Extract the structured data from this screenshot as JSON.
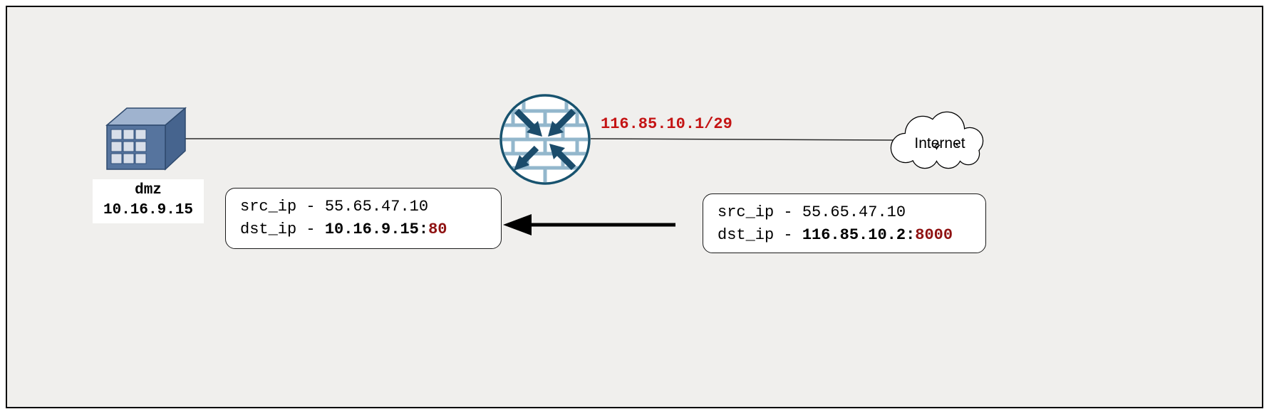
{
  "colors": {
    "background": "#f0efed",
    "interface_ip_red": "#c41414",
    "port_red": "#8f1212",
    "firewall_dark": "#18536f",
    "firewall_brick": "#93b7cc",
    "server_blue": "#56749e"
  },
  "server": {
    "label": "dmz",
    "ip": "10.16.9.15"
  },
  "firewall": {
    "outside_interface_ip": "116.85.10.1/29"
  },
  "internet": {
    "label": "Internet"
  },
  "packet_translated": {
    "src_prefix": "src_ip - ",
    "src_ip": "55.65.47.10",
    "dst_prefix": "dst_ip - ",
    "dst_ip": "10.16.9.15",
    "port_separator": ":",
    "dst_port": "80"
  },
  "packet_original": {
    "src_prefix": "src_ip - ",
    "src_ip": "55.65.47.10",
    "dst_prefix": "dst_ip - ",
    "dst_ip": "116.85.10.2",
    "port_separator": ":",
    "dst_port": "8000"
  }
}
